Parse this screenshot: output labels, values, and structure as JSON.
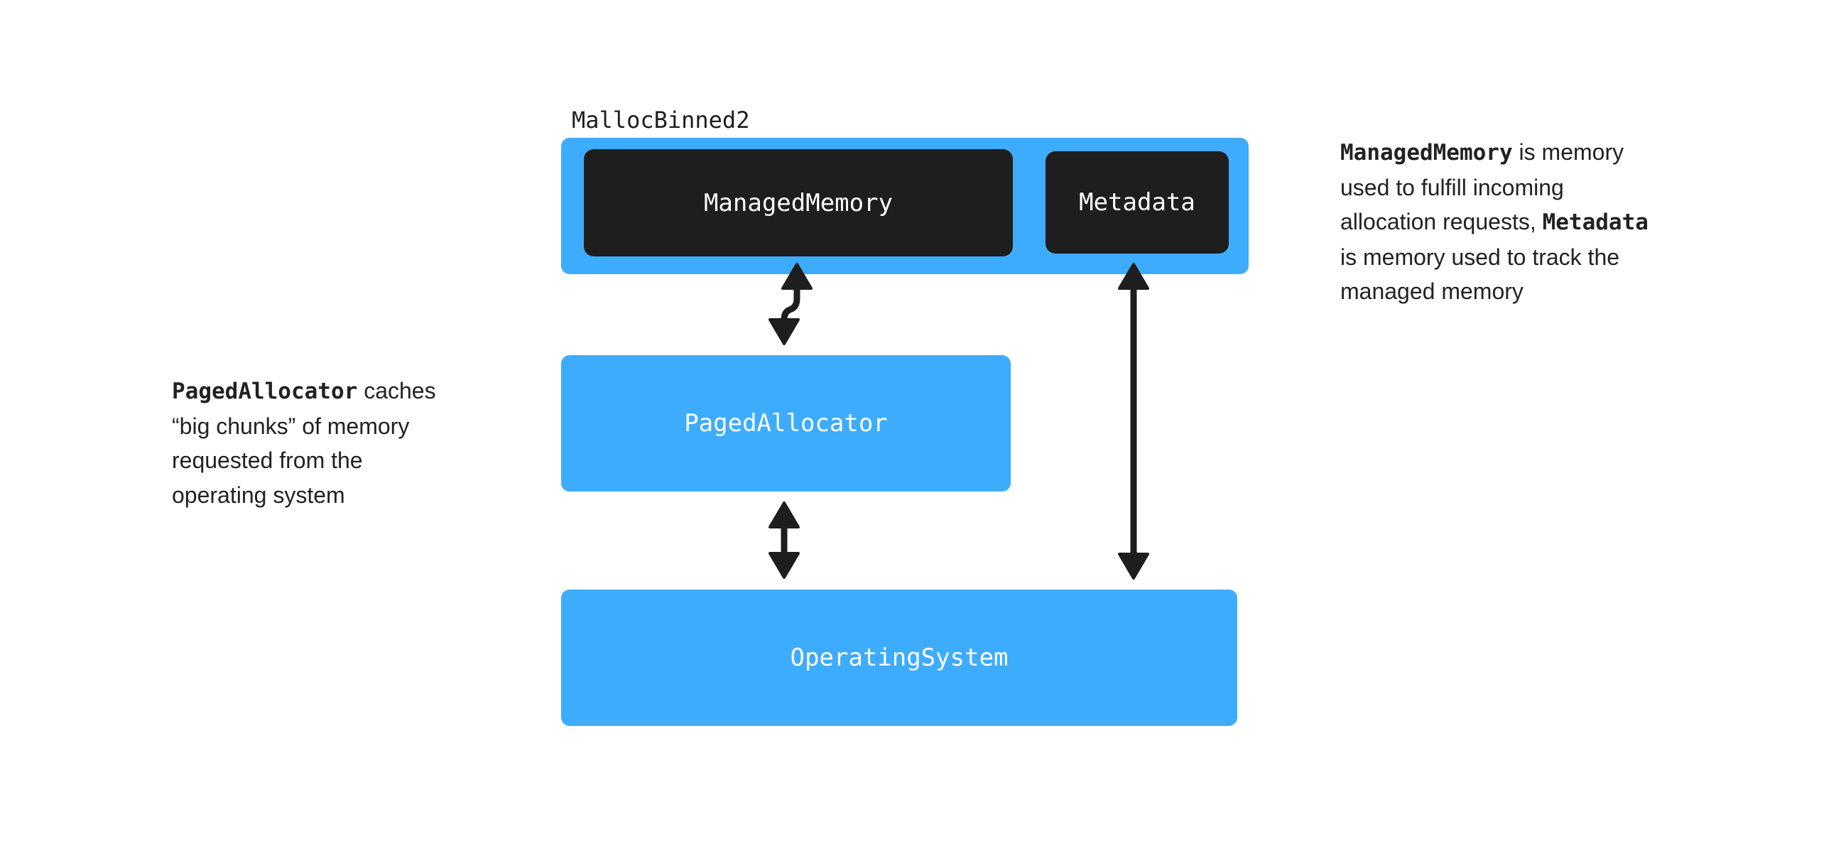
{
  "diagram": {
    "group": {
      "label": "MallocBinned2",
      "color": "#3eacfd"
    },
    "boxes": {
      "managed_memory": "ManagedMemory",
      "metadata": "Metadata",
      "paged_allocator": "PagedAllocator",
      "operating_system": "OperatingSystem"
    },
    "colors": {
      "blue": "#3eacfd",
      "dark": "#1e1e1e",
      "arrow": "#1e1e1e"
    }
  },
  "notes": {
    "left": {
      "code": "PagedAllocator",
      "line1_rest": " caches",
      "line2": "“big chunks” of memory",
      "line3": "requested from the",
      "line4": "operating system"
    },
    "right": {
      "code1": "ManagedMemory",
      "line1_rest": " is memory",
      "line2": "used to fulfill incoming",
      "line3": "allocation requests, ",
      "code2": "Metadata",
      "line4": "is memory used to track the",
      "line5": "managed memory"
    }
  }
}
